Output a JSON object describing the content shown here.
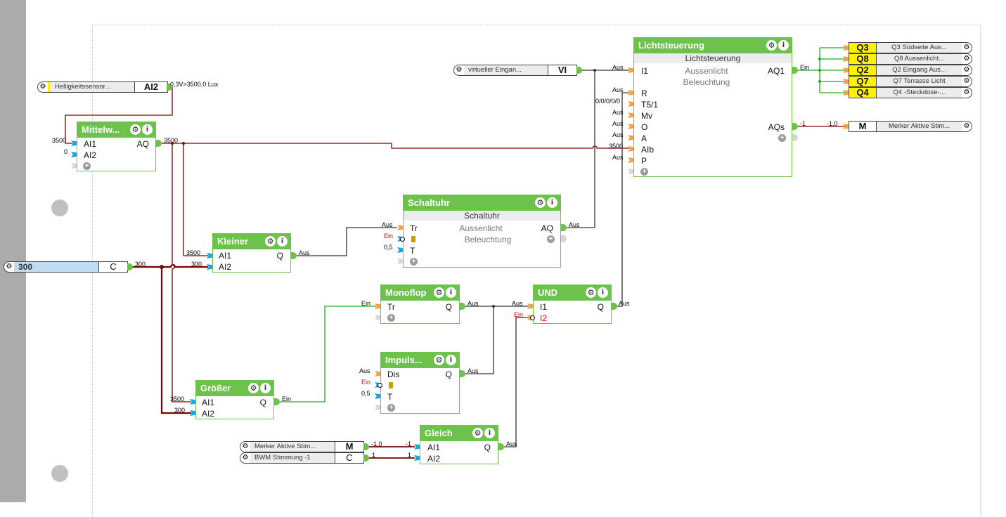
{
  "canvas": {
    "sensor": {
      "label": "Helligkeitssensor...",
      "type": "AI2",
      "value": "0,3V>3500,0 Lux"
    },
    "const300": {
      "label": "300",
      "type": "C",
      "value": "300"
    },
    "virtual_input": {
      "label": "virtueller Eingan...",
      "type": "VI",
      "value": "Aus"
    },
    "merker_in": {
      "label": "Merker Aktive Stim...",
      "type": "M",
      "value": "-1,0"
    },
    "bwm": {
      "label": "BWM Stimmung -1",
      "type": "C",
      "value": "1"
    },
    "blocks": {
      "mittelwert": {
        "title": "Mittelw...",
        "inputs": [
          "AI1",
          "AI2"
        ],
        "input_values": [
          "3500",
          "0"
        ],
        "output": "AQ",
        "output_value": "3500"
      },
      "kleiner": {
        "title": "Kleiner",
        "inputs": [
          "AI1",
          "AI2"
        ],
        "input_values": [
          "3500",
          "300"
        ],
        "output": "Q",
        "output_value": "Aus"
      },
      "groesser": {
        "title": "Größer",
        "inputs": [
          "AI1",
          "AI2"
        ],
        "input_values": [
          "3500",
          "300"
        ],
        "output": "Q",
        "output_value": "Ein"
      },
      "schaltuhr": {
        "title": "Schaltuhr",
        "subtitle": "Schaltuhr",
        "desc1": "Aussenlicht",
        "desc2": "Beleuchtung",
        "inputs": [
          "Tr",
          "",
          "T"
        ],
        "input_values": [
          "Aus",
          "Ein",
          "0,5"
        ],
        "output": "AQ",
        "output_value": "Aus"
      },
      "monoflop": {
        "title": "Monoflop",
        "inputs": [
          "Tr"
        ],
        "input_values": [
          "Ein"
        ],
        "output": "Q",
        "output_value": "Aus"
      },
      "impuls": {
        "title": "Impuls...",
        "inputs": [
          "Dis",
          "",
          "T"
        ],
        "input_values": [
          "Aus",
          "Ein",
          "0,5"
        ],
        "output": "Q",
        "output_value": "Aus"
      },
      "und": {
        "title": "UND",
        "inputs": [
          "I1",
          "I2"
        ],
        "input_values": [
          "Aus",
          "Ein"
        ],
        "output": "Q",
        "output_value": "Aus"
      },
      "gleich": {
        "title": "Gleich",
        "inputs": [
          "AI1",
          "AI2"
        ],
        "input_values": [
          "-1",
          "1"
        ],
        "output": "Q",
        "output_value": "Aus"
      },
      "licht": {
        "title": "Lichtsteuerung",
        "subtitle": "Lichtsteuerung",
        "desc1": "Aussenlicht",
        "desc2": "Beleuchtung",
        "inputs": [
          "I1",
          "R",
          "T5/1",
          "Mv",
          "O",
          "A",
          "AIb",
          "P"
        ],
        "input_values": [
          "Aus",
          "Aus",
          "0/0/0/0/0",
          "Aus",
          "Aus",
          "Aus",
          "3500",
          "Aus"
        ],
        "outputs": [
          "AQ1",
          "AQs"
        ],
        "output_values": [
          "Ein",
          "-1"
        ]
      }
    },
    "outputs": [
      {
        "type": "Q3",
        "label": "Q3 Südseite Aus..."
      },
      {
        "type": "Q8",
        "label": "Q8 Aussenlicht..."
      },
      {
        "type": "Q2",
        "label": "Q2 Eingang Aus..."
      },
      {
        "type": "Q7",
        "label": "Q7 Terrasse Licht"
      },
      {
        "type": "Q4",
        "label": "Q4 -Steckdose-..."
      }
    ],
    "merker_out": {
      "type": "M",
      "label": "Merker Aktive Stim...",
      "value": "-1,0"
    },
    "wire_labels": {
      "gleich_in1_src": "-1,0",
      "gleich_in1": "-1",
      "gleich_in2_src": "1",
      "gleich_in2": "1"
    },
    "colors": {
      "block_green": "#6cc24a",
      "wire_analog": "#7a0000",
      "wire_digital_on": "#1faa1f",
      "wire_digital_off": "#333333",
      "output_yellow": "#fff200",
      "pin_orange": "#f5a34a",
      "pin_blue": "#1aa6d6"
    }
  }
}
